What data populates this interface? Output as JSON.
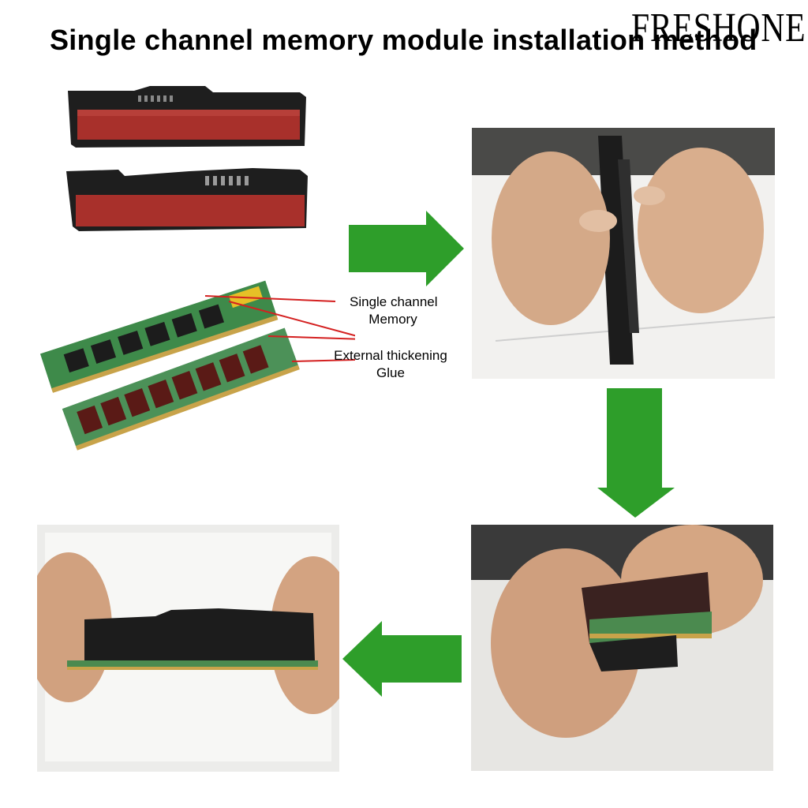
{
  "title": "Single channel memory module installation method",
  "watermark": "FRESHONE",
  "labels": {
    "memory_line1": "Single channel",
    "memory_line2": "Memory",
    "glue_line1": "External thickening",
    "glue_line2": "Glue"
  },
  "colors": {
    "arrow_green": "#2e9e2a",
    "pcb_green": "#3e8a4a",
    "heatsink_red": "#a8302b",
    "heatsink_black": "#1e1e1e",
    "leader_red": "#d42020"
  },
  "icons": {
    "arrows": [
      "arrow-right-icon",
      "arrow-down-icon",
      "arrow-left-icon"
    ]
  }
}
